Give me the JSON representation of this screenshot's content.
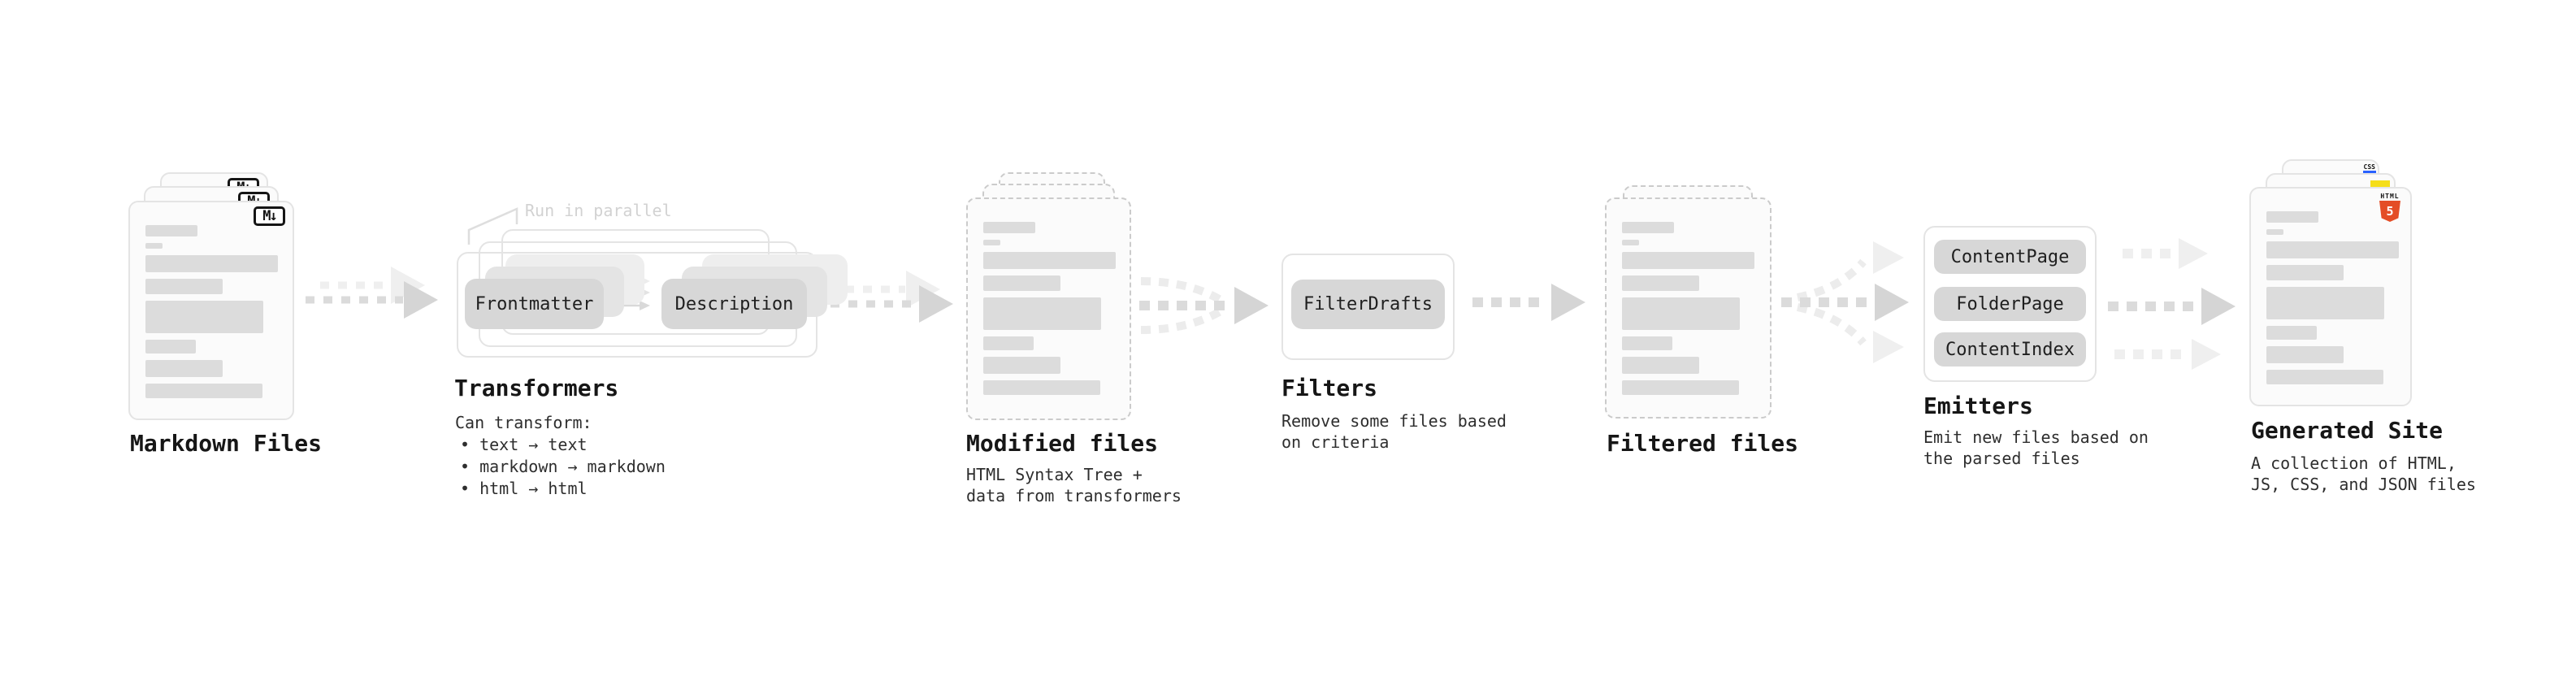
{
  "nodes": {
    "markdown_files": {
      "label": "Markdown Files",
      "badge": "M↓"
    },
    "transformers": {
      "label": "Transformers",
      "annotation": "Run in parallel",
      "pill_left": "Frontmatter",
      "pill_right": "Description",
      "caption": "Can transform:",
      "bullets": [
        "• text → text",
        "• markdown → markdown",
        "• html → html"
      ]
    },
    "modified_files": {
      "label": "Modified files",
      "caption_line1": "HTML Syntax Tree +",
      "caption_line2": "data from transformers"
    },
    "filters": {
      "label": "Filters",
      "pill": "FilterDrafts",
      "caption_line1": "Remove some files based",
      "caption_line2": "on criteria"
    },
    "filtered_files": {
      "label": "Filtered files"
    },
    "emitters": {
      "label": "Emitters",
      "pills": [
        "ContentPage",
        "FolderPage",
        "ContentIndex"
      ],
      "caption_line1": "Emit new files based on",
      "caption_line2": "the parsed files"
    },
    "generated_site": {
      "label": "Generated Site",
      "caption_line1": "A collection of HTML,",
      "caption_line2": "JS, CSS, and JSON files",
      "badges": {
        "html_label": "HTML",
        "html_number": "5",
        "css_label": "CSS"
      }
    }
  },
  "colors": {
    "html5_orange": "#e44d26",
    "js_yellow": "#f5de19",
    "css_blue": "#2962ff",
    "pill_gray": "#d7d7d7",
    "card_border": "#e4e4e4",
    "dash_dark": "#dbdbdb",
    "dash_light": "#efefef"
  }
}
